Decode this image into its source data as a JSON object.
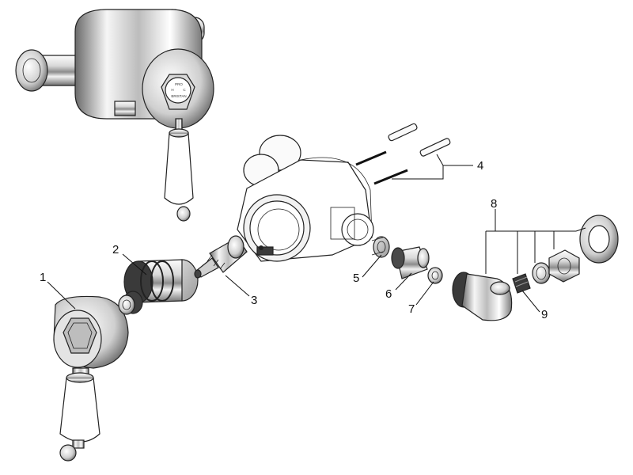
{
  "product": {
    "handle_caps": [
      "H",
      "C"
    ],
    "brand_text": "BRISTAN",
    "pro_text": "PRO"
  },
  "callouts": [
    "1",
    "2",
    "3",
    "4",
    "5",
    "6",
    "7",
    "8",
    "9"
  ],
  "colors": {
    "line": "#222222",
    "chrome_light": "#f4f4f4",
    "chrome_mid": "#bdbdbd",
    "chrome_dark": "#555555",
    "brass": "#b8b8b8",
    "ceramic": "#ffffff"
  }
}
